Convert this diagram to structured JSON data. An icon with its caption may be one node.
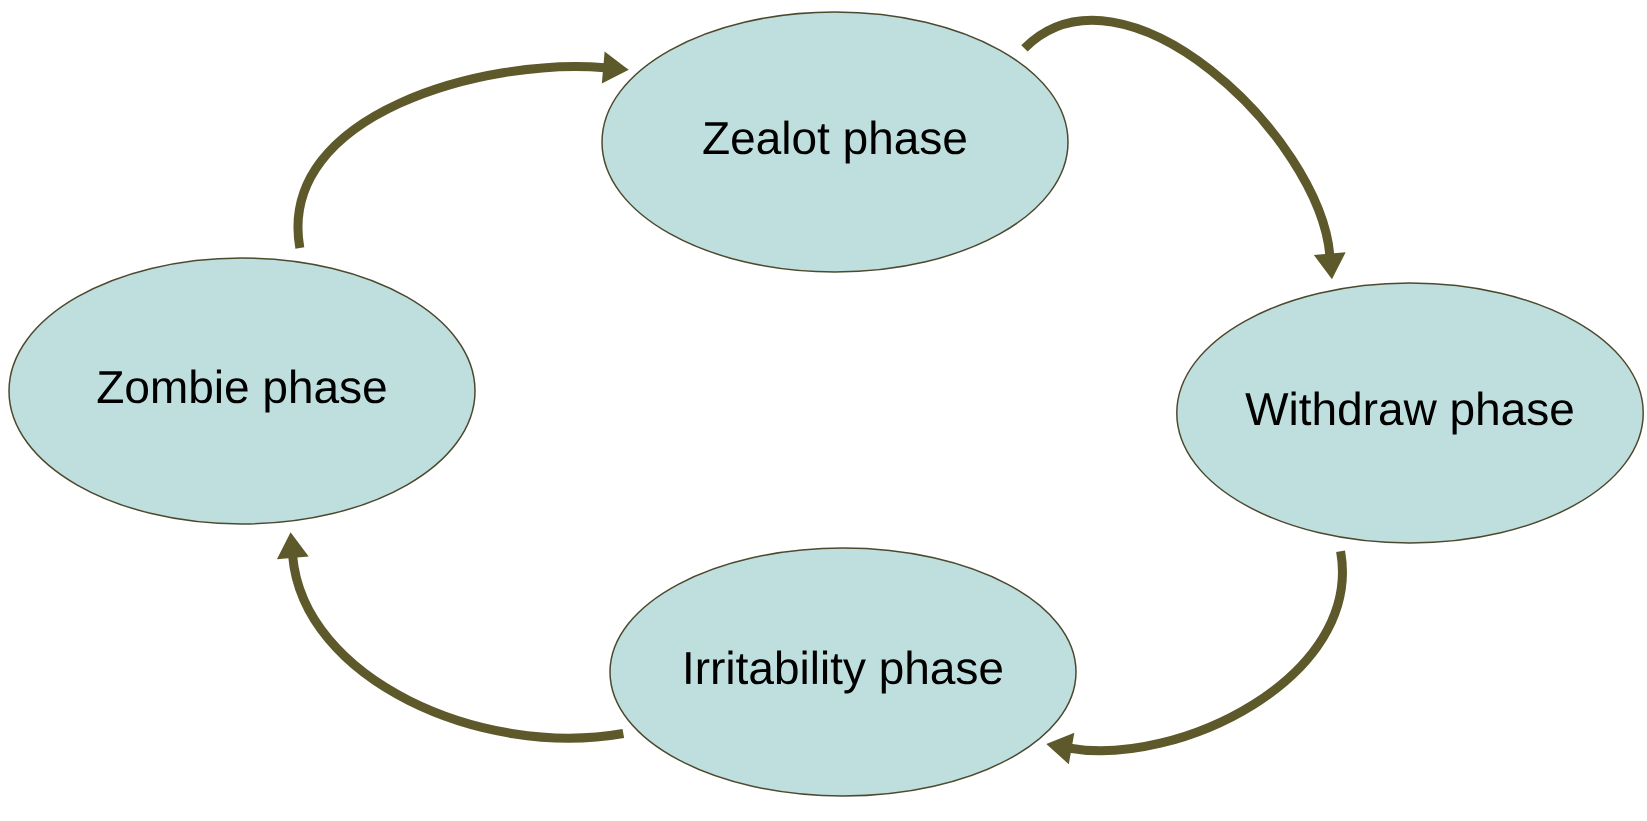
{
  "diagram": {
    "nodes": [
      {
        "text": [
          "Zealot phase"
        ]
      },
      {
        "text": [
          "Withdraw phase"
        ]
      },
      {
        "text": [
          "Irritability phase"
        ]
      },
      {
        "text": [
          "Zombie phase"
        ]
      }
    ],
    "edges": [
      {
        "from": 3,
        "to": 0,
        "arrow": "to"
      },
      {
        "from": 0,
        "to": 1,
        "arrow": "to"
      },
      {
        "from": 1,
        "to": 2,
        "arrow": "to"
      },
      {
        "from": 2,
        "to": 3,
        "arrow": "to"
      }
    ]
  }
}
